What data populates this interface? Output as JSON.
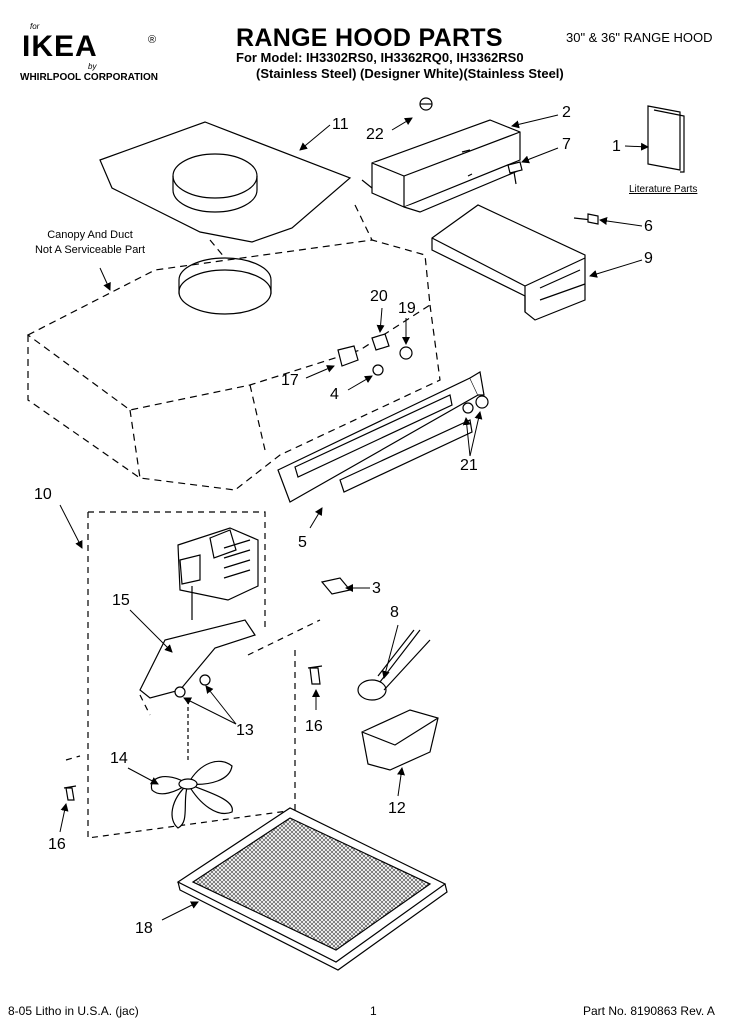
{
  "header": {
    "logo_for": "for",
    "logo": "IKEA",
    "logo_reg": "®",
    "logo_by": "by",
    "logo_corp": "WHIRLPOOL CORPORATION",
    "title": "RANGE HOOD PARTS",
    "models": "For Model: IH3302RS0, IH3362RQ0, IH3362RS0",
    "finishes": "(Stainless Steel) (Designer White)(Stainless Steel)",
    "range_label": "30\" & 36\" RANGE HOOD"
  },
  "notes": {
    "canopy_line1": "Canopy And Duct",
    "canopy_line2": "Not A Serviceable Part",
    "literature_parts": "Literature Parts"
  },
  "callouts": {
    "c1": "1",
    "c2": "2",
    "c3": "3",
    "c4": "4",
    "c5": "5",
    "c6": "6",
    "c7": "7",
    "c8": "8",
    "c9": "9",
    "c10": "10",
    "c11": "11",
    "c12": "12",
    "c13": "13",
    "c14": "14",
    "c15": "15",
    "c16a": "16",
    "c16b": "16",
    "c17": "17",
    "c18": "18",
    "c19": "19",
    "c20": "20",
    "c21": "21",
    "c22": "22"
  },
  "footer": {
    "litho": "8-05 Litho in U.S.A. (jac)",
    "page": "1",
    "part_no": "Part No. 8190863 Rev. A"
  },
  "colors": {
    "ink": "#000000",
    "paper": "#ffffff",
    "filter_mesh": "#555555"
  }
}
